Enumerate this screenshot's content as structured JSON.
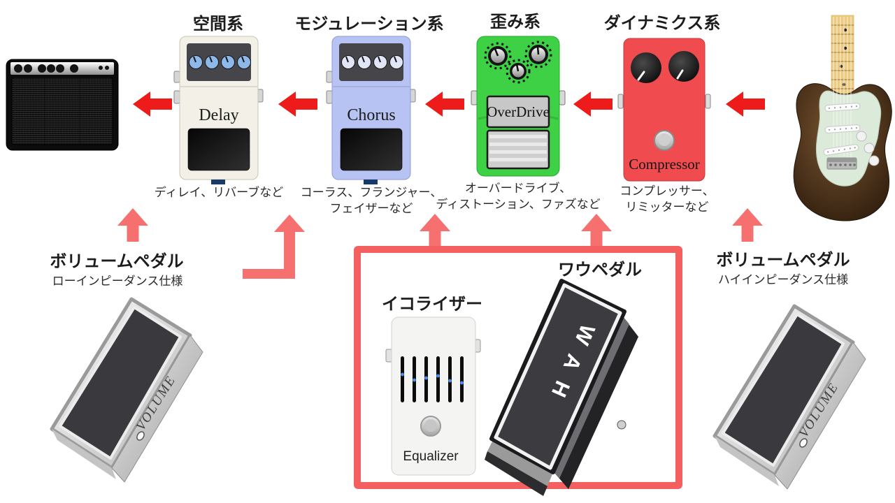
{
  "colors": {
    "signal_arrow_red": "#ee1b1b",
    "optional_arrow_pink": "#f5706e",
    "group_box_border": "#f4605f",
    "delay_body": "#f2f0e7",
    "delay_knob": "#8db8ea",
    "chorus_body": "#b7c3f3",
    "chorus_knob": "#e0e6f8",
    "overdrive_body": "#3ed045",
    "compressor_body": "#f04b4e",
    "equalizer_body": "#f4f4f2"
  },
  "categories": [
    {
      "label": "空間系",
      "name": "Delay",
      "desc_lines": [
        "ディレイ、リバーブなど"
      ]
    },
    {
      "label": "モジュレーション系",
      "name": "Chorus",
      "desc_lines": [
        "コーラス、フランジャー、",
        "フェイザーなど"
      ]
    },
    {
      "label": "歪み系",
      "name": "OverDrive",
      "desc_lines": [
        "オーバードライブ、",
        "ディストーション、ファズなど"
      ]
    },
    {
      "label": "ダイナミクス系",
      "name": "Compressor",
      "desc_lines": [
        "コンプレッサー、",
        "リミッターなど"
      ]
    }
  ],
  "volume_pedal_left": {
    "title": "ボリュームペダル",
    "subtitle": "ローインピーダンス仕様",
    "engraving": "VOLUME"
  },
  "volume_pedal_right": {
    "title": "ボリュームペダル",
    "subtitle": "ハイインピーダンス仕様",
    "engraving": "VOLUME"
  },
  "optional_box": {
    "equalizer_label": "イコライザー",
    "equalizer_name": "Equalizer",
    "wah_label": "ワウペダル",
    "wah_name": "WAH"
  }
}
